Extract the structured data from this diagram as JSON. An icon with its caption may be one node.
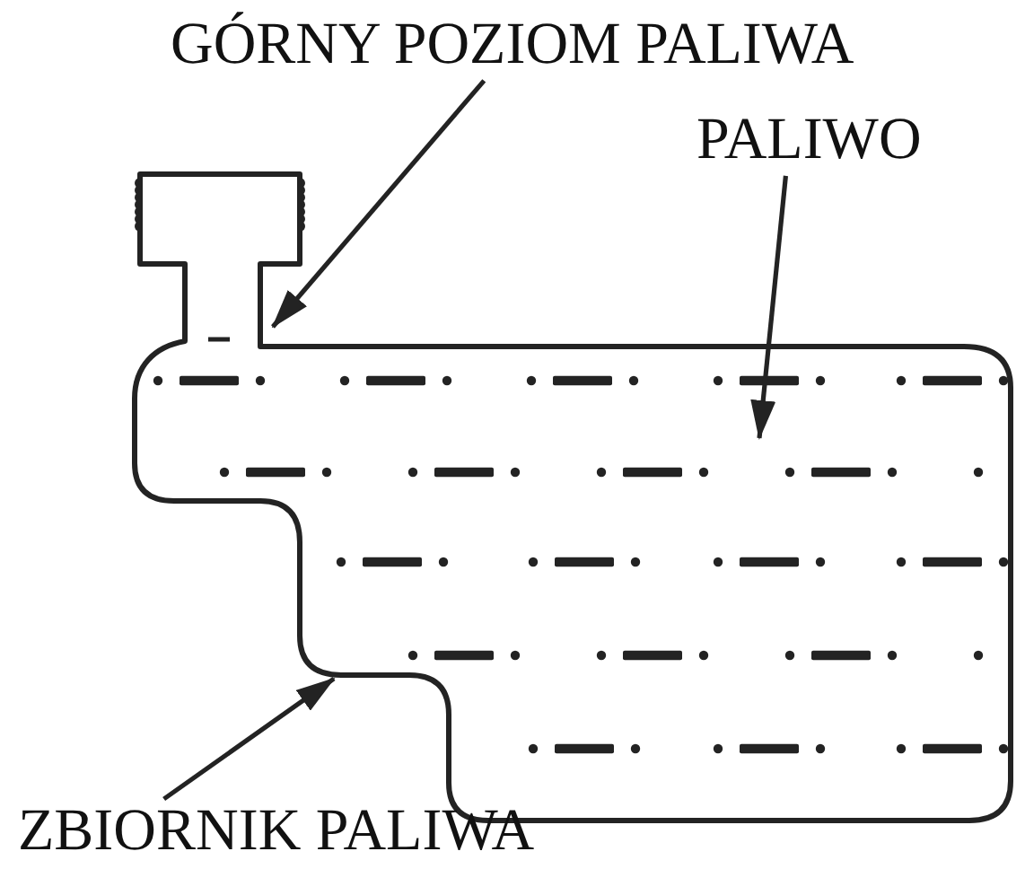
{
  "diagram": {
    "nodes": [
      {
        "text": [
          "GÓRNY POZIOM PALIWA"
        ]
      },
      {
        "text": [
          "PALIWO"
        ]
      },
      {
        "text": [
          "ZBIORNIK PALIWA"
        ]
      }
    ],
    "edges": [
      {
        "from": 0,
        "to": null,
        "arrow": "to"
      },
      {
        "from": 1,
        "to": null,
        "arrow": "to"
      },
      {
        "from": 2,
        "to": null,
        "arrow": "to"
      }
    ]
  }
}
